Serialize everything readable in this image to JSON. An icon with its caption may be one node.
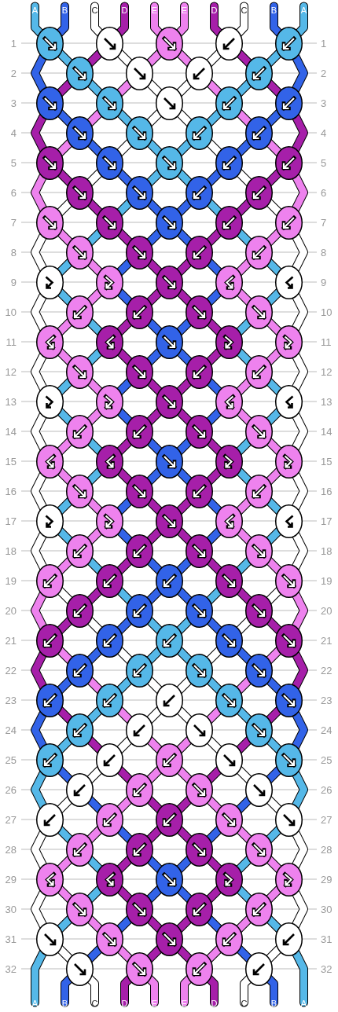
{
  "diagram": {
    "labels": [
      "A",
      "B",
      "C",
      "D",
      "E",
      "E",
      "D",
      "C",
      "B",
      "A",
      "1",
      "1",
      "2",
      "2",
      "3",
      "3",
      "4",
      "4",
      "5",
      "5",
      "6",
      "6",
      "7",
      "7",
      "8",
      "8",
      "9",
      "9",
      "10",
      "10",
      "11",
      "11",
      "12",
      "12",
      "13",
      "13",
      "14",
      "14",
      "15",
      "15",
      "16",
      "16",
      "17",
      "17",
      "18",
      "18",
      "19",
      "19",
      "20",
      "20",
      "21",
      "21",
      "22",
      "22",
      "23",
      "23",
      "24",
      "24",
      "25",
      "25",
      "26",
      "26",
      "27",
      "27",
      "28",
      "28",
      "29",
      "29",
      "30",
      "30",
      "31",
      "31",
      "32",
      "32",
      "A",
      "B",
      "C",
      "D",
      "E",
      "E",
      "D",
      "C",
      "B",
      "A"
    ]
  }
}
